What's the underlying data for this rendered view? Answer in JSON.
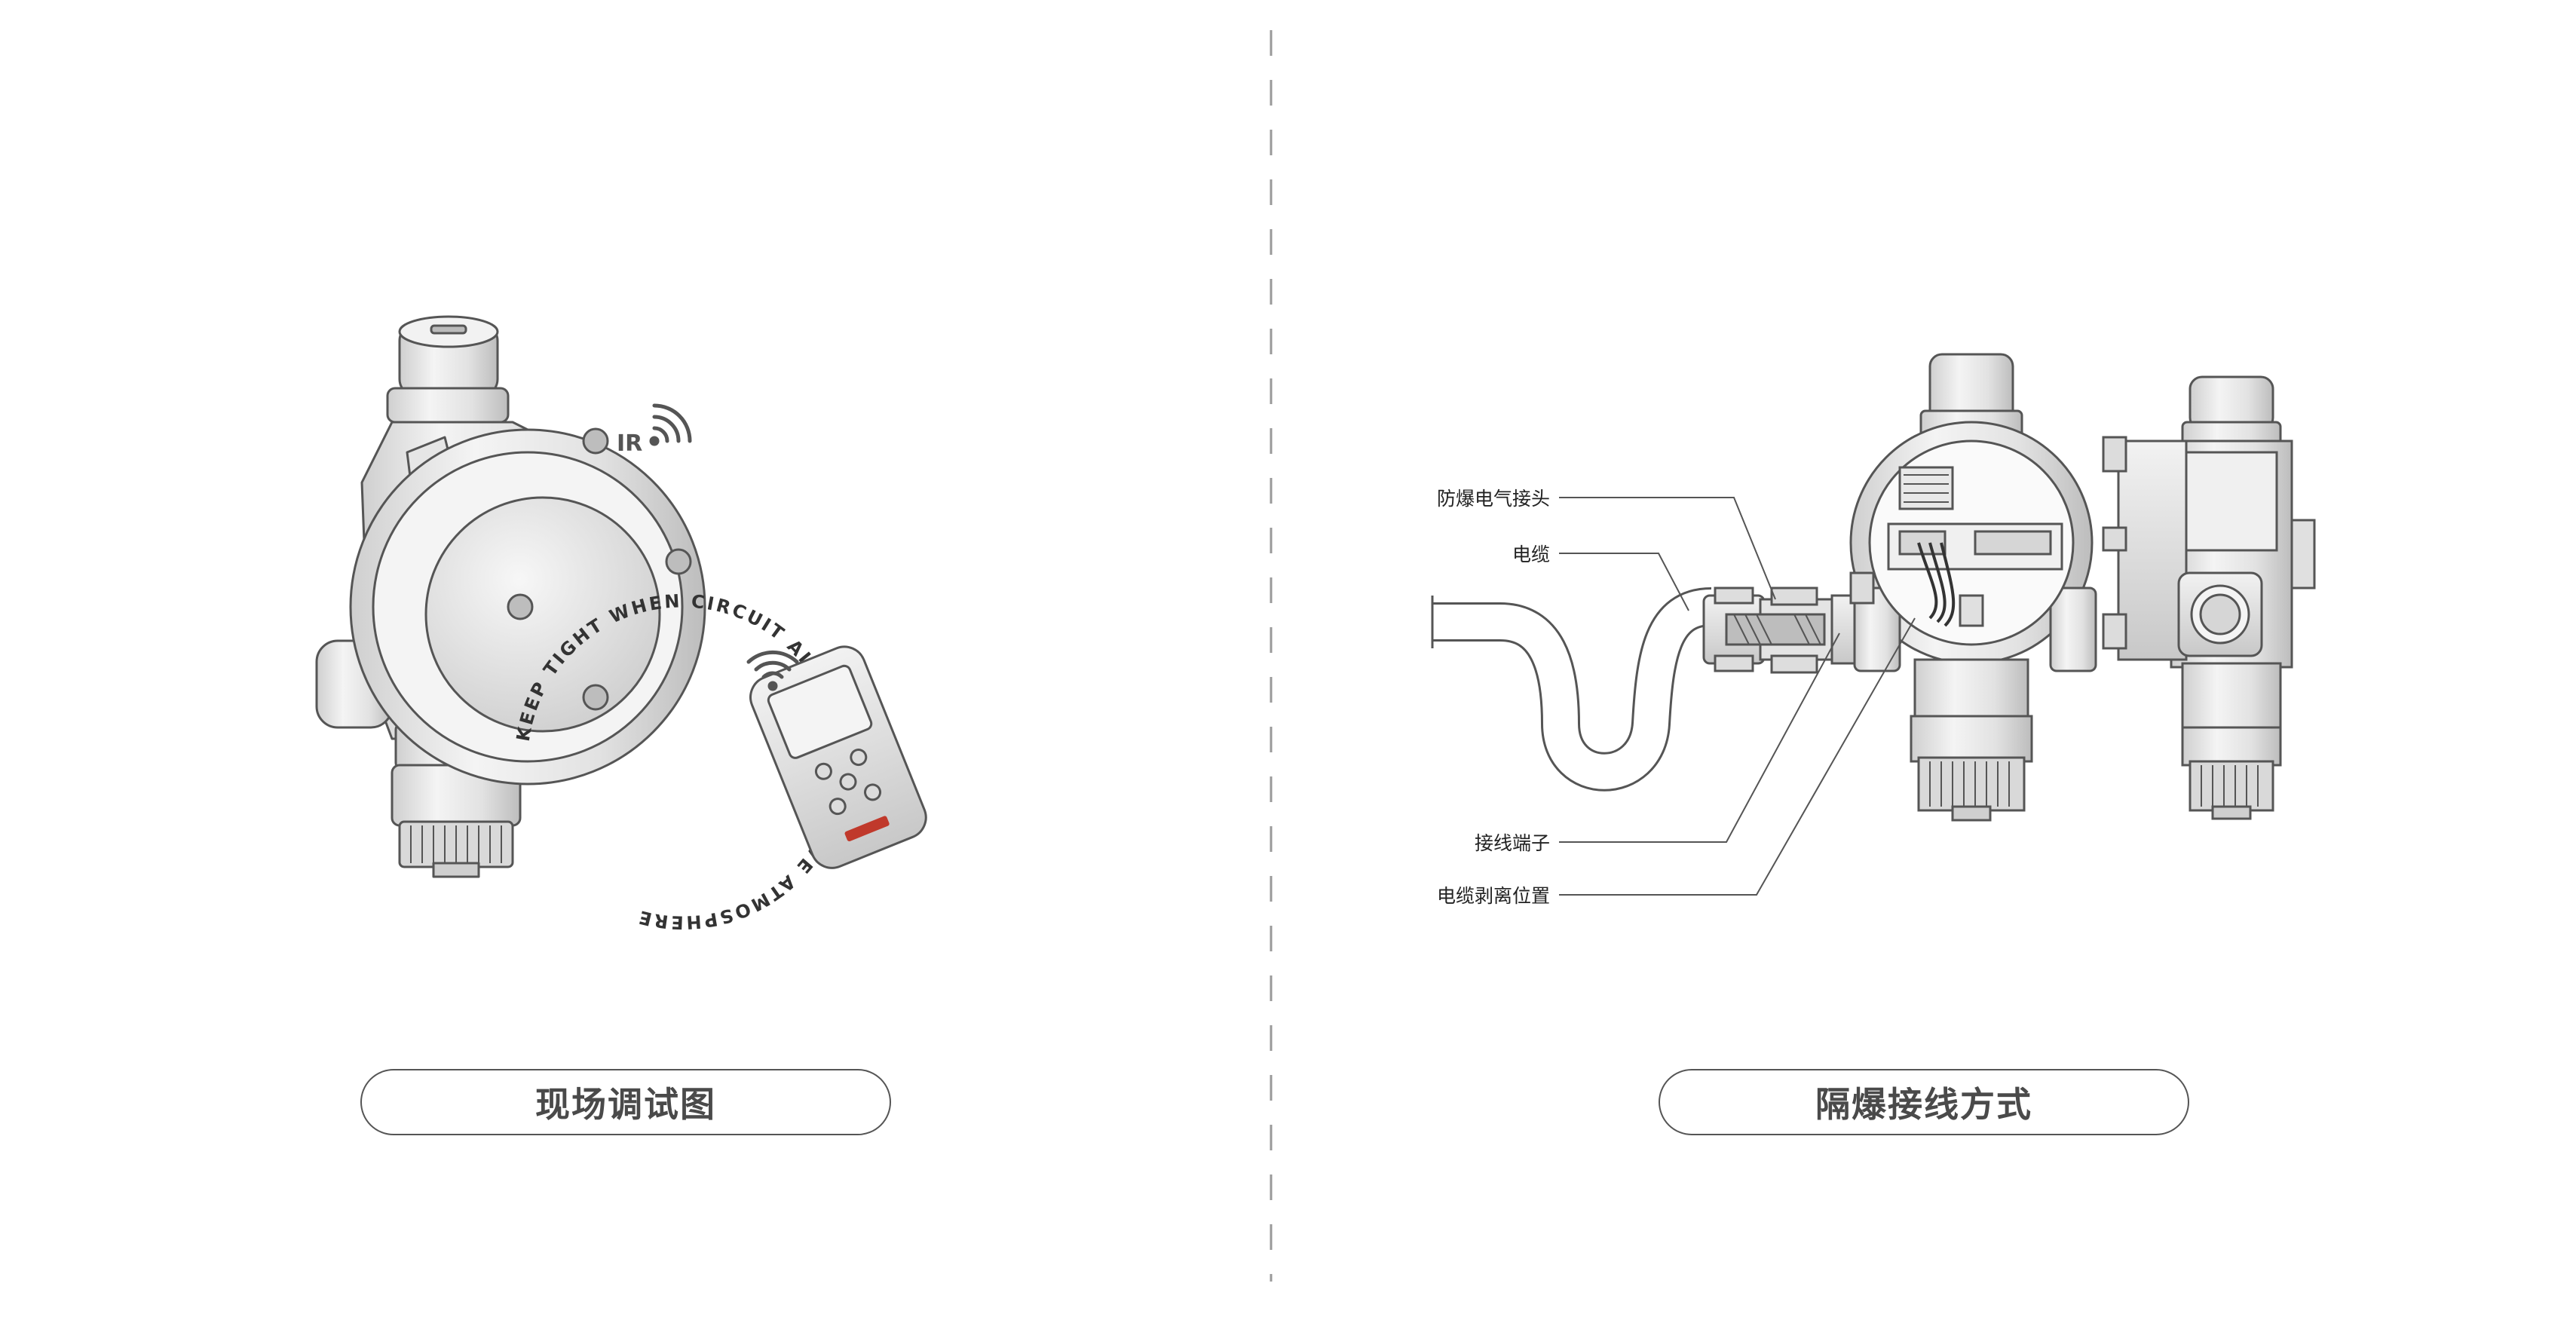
{
  "left_panel": {
    "caption": "现场调试图",
    "ir_label": "IR",
    "cover_text": "KEEP TIGHT WHEN CIRCUIT ALIVE IN EXPLOSIVE ATMOSPHERE"
  },
  "right_panel": {
    "caption": "隔爆接线方式",
    "callouts": [
      {
        "id": "explosion-proof-connector",
        "text": "防爆电气接头"
      },
      {
        "id": "cable",
        "text": "电缆"
      },
      {
        "id": "terminal",
        "text": "接线端子"
      },
      {
        "id": "cable-strip-position",
        "text": "电缆剥离位置"
      }
    ]
  },
  "colors": {
    "outline": "#555555",
    "caption_text": "#4a4a4a",
    "divider": "#999999",
    "device_fill": "#eeeeee",
    "device_shade": "#d2d2d2",
    "remote_logo": "#c0392b"
  }
}
